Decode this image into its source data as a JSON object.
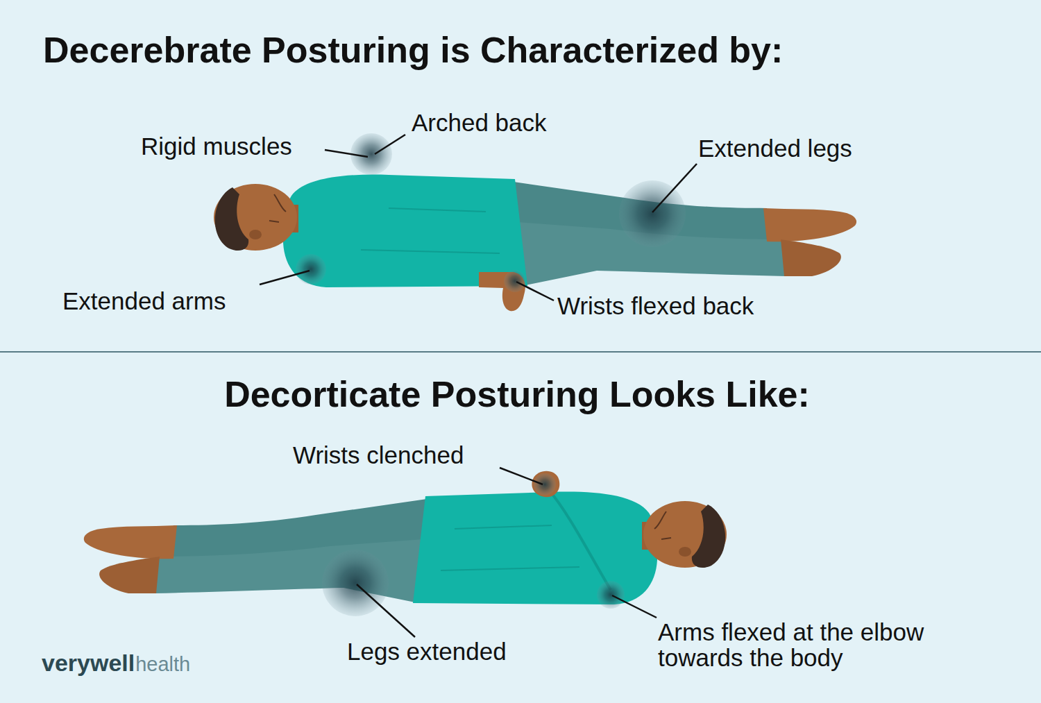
{
  "diagram": {
    "title": "Decerebrate Posturing is Characterized by:",
    "labels": [
      "Rigid muscles",
      "Arched back",
      "Extended legs",
      "Extended arms",
      "Wrists flexed back",
      "Decorticate Posturing Looks Like:",
      "Wrists clenched",
      "Legs extended",
      "Arms flexed at the elbow towards the body",
      "verywell",
      "health"
    ]
  }
}
